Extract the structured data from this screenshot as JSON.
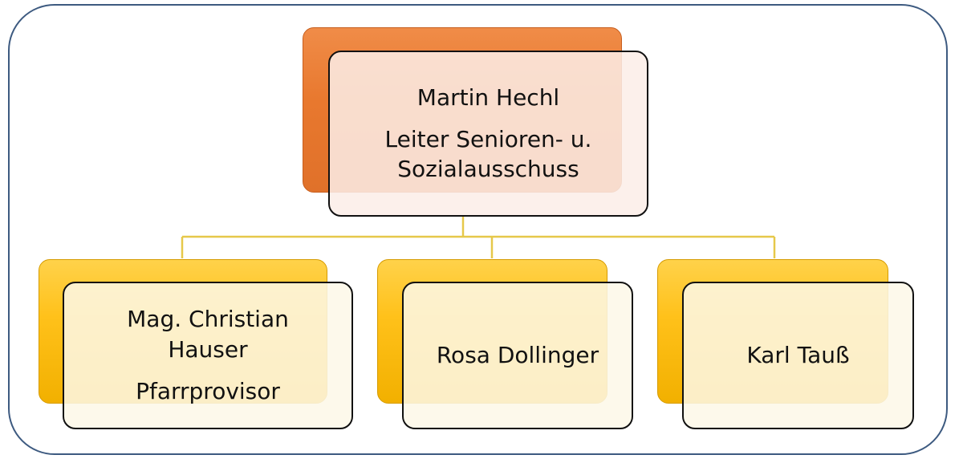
{
  "diagram": {
    "root": {
      "name": "Martin Hechl",
      "role_line1": "Leiter Senioren- u.",
      "role_line2": "Sozialausschuss"
    },
    "children": [
      {
        "name_line1": "Mag. Christian",
        "name_line2": "Hauser",
        "role": "Pfarrprovisor"
      },
      {
        "name": "Rosa Dollinger"
      },
      {
        "name": "Karl Tauß"
      }
    ],
    "colors": {
      "frame_border": "#3d5a80",
      "root_accent": "#e8782e",
      "child_accent": "#ffc11a",
      "connector": "#e6c84a",
      "box_border": "#111111"
    }
  }
}
